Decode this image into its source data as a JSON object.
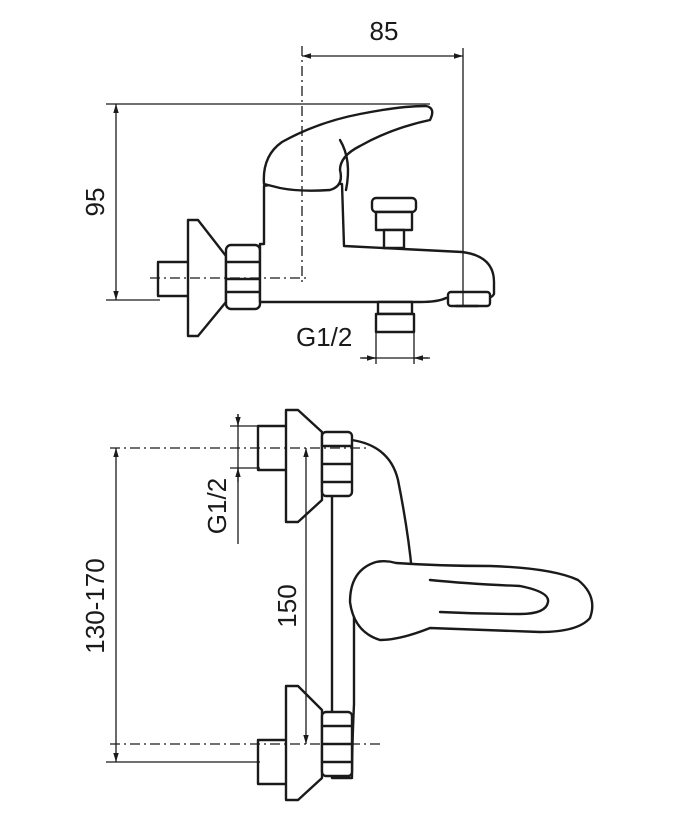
{
  "dimensions": {
    "side_view": {
      "depth": "85",
      "height": "95",
      "thread": "G1/2"
    },
    "front_view": {
      "inlet_spacing_range": "130-170",
      "nominal_spacing": "150",
      "thread": "G1/2"
    }
  },
  "colors": {
    "line": "#1a1a1a",
    "background": "#ffffff"
  }
}
